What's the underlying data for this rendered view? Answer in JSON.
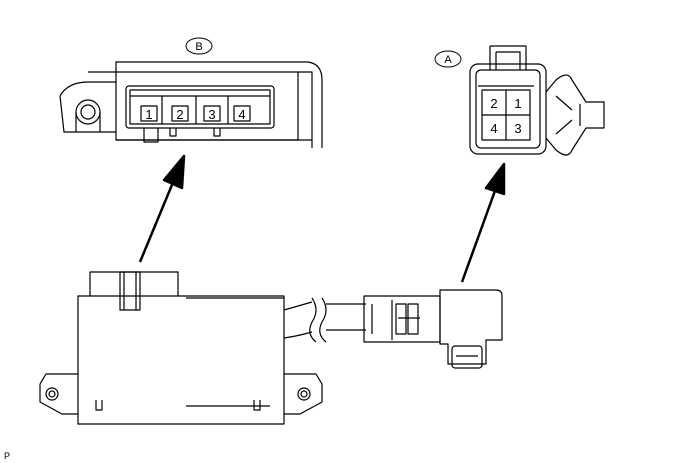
{
  "callouts": {
    "a": "A",
    "b": "B"
  },
  "connector_b": {
    "pins": [
      "1",
      "2",
      "3",
      "4"
    ]
  },
  "connector_a": {
    "pins_top": [
      "2",
      "1"
    ],
    "pins_bottom": [
      "4",
      "3"
    ]
  },
  "footer": {
    "ref_code": "P"
  }
}
